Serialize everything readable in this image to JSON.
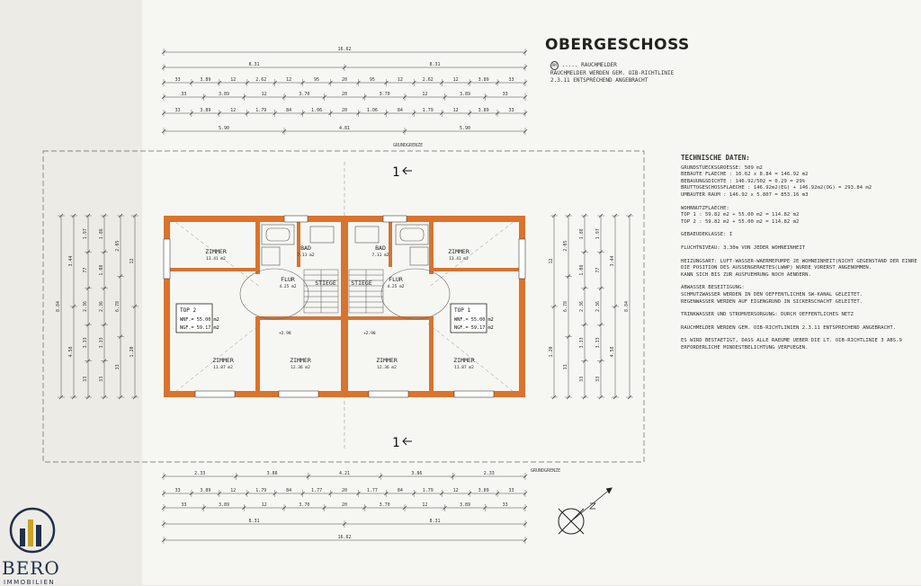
{
  "title": "OBERGESCHOSS",
  "legend": {
    "symbol": "RM",
    "line1": "..... RAUCHMELDER",
    "line2": "RAUCHMELDER WERDEN GEM. OIB-RICHTLINIE",
    "line3": "2.3.11 ENTSPRECHEND ANGEBRACHT"
  },
  "tech": {
    "heading": "TECHNISCHE DATEN:",
    "grundstueck": "GRUNDSTUECKSGROESSE: 509 m2",
    "bebaute": "BEBAUTE FLAECHE : 16.62 x 8.84 = 146.92 m2",
    "bebauungsdichte": "BEBAUUNGSDICHTE : 146.92/502 = 0.29 = 29%",
    "brutto": "BRUTTOGESCHOSSFLAECHE : 146.92m2(EG) + 146.92m2(OG) = 293.84 m2",
    "umbauter": "UMBAUTER RAUM : 146.92 x 5.807 = 853.16 m3",
    "wnf_head": "WOHNNUTZFLAECHE:",
    "top1": "TOP 1 : 59.82 m2 + 55.00 m2 = 114.82 m2",
    "top2": "TOP 2 : 59.82 m2 + 55.00 m2 = 114.82 m2",
    "klasse": "GEBAEUDEKLASSE: I",
    "flucht": "FLUCHTNIVEAU: 3.30m VON JEDER WOHNEINHEIT",
    "heiz1": "HEIZUNGSART: LUFT-WASSER-WAERMEPUMPE JE WOHNEINHEIT(NICHT GEGENSTAND DER EINRE",
    "heiz2": "DIE POSITION DES AUSSENGERAETES(LWWP) WURDE VORERST ANGENOMMEN.",
    "heiz3": "KANN SICH BIS ZUR AUSFUEHRUNG NOCH AENDERN.",
    "abw1": "ABWASSER BESEITIGUNG:",
    "abw2": "SCHMUTZWASSER WERDEN IN DEN OEFFENTLICHEN SW-KANAL GELEITET.",
    "abw3": "REGENWASSER WERDEN AUF EIGENGRUND IN SICKERSCHACHT GELEITET.",
    "trink": "TRINKWASSER UND STROMVERSORGUNG: DURCH OEFFENTLICHES NETZ",
    "rauch": "RAUCHMELDER WERDEN GEM. OIB-RICHTLINIEN 2.3.11 ENTSPRECHEND ANGEBRACHT.",
    "licht1": "ES WIRD BESTAETIGT, DASS ALLE RAEUME UEBER DIE LT. OIB-RICHTLINIE 3 ABS.9",
    "licht2": "ERFORDERLICHE MINDESTBELICHTUNG VERFUEGEN."
  },
  "grenze": "GRUNDGRENZE",
  "section_mark": "1",
  "dims_top": {
    "total": "16.62",
    "halves": [
      "8.31",
      "8.31"
    ],
    "row1": [
      "33",
      "3.89",
      "12",
      "2.62",
      "12",
      "95",
      "20",
      "95",
      "12",
      "2.62",
      "12",
      "3.89",
      "33"
    ],
    "row2": [
      "33",
      "3.89",
      "12",
      "3.70",
      "20",
      "3.70",
      "12",
      "3.89",
      "33"
    ],
    "row3": [
      "33",
      "3.89",
      "12",
      "1.79",
      "84",
      "1.06",
      "20",
      "1.06",
      "84",
      "1.79",
      "12",
      "3.89",
      "33"
    ],
    "row4": [
      "5.90",
      "4.81",
      "5.90"
    ]
  },
  "dims_bottom": {
    "row0": [
      "2.33",
      "3.86",
      "4.21",
      "3.86",
      "2.33"
    ],
    "row1": [
      "33",
      "3.89",
      "12",
      "1.79",
      "84",
      "1.77",
      "20",
      "1.77",
      "84",
      "1.79",
      "12",
      "3.89",
      "33"
    ],
    "row2": [
      "33",
      "3.89",
      "12",
      "3.70",
      "20",
      "3.70",
      "12",
      "3.89",
      "33"
    ],
    "halves": [
      "8.31",
      "8.31"
    ],
    "total": "16.62"
  },
  "dims_side": {
    "total": "8.84",
    "values": [
      "3.44",
      "4.58",
      "2.36",
      "3.33",
      "1.97",
      "1.86",
      "2.05",
      "6.78",
      "33",
      "12",
      "77",
      "1.20",
      "1.08"
    ]
  },
  "rooms": {
    "zimmer": "ZIMMER",
    "area_top": "13.41 m2",
    "area_bottom_outer": "11.87 m2",
    "area_bottom_inner": "12.36 m2",
    "bad": "BAD",
    "bad_area": "7.11 m2",
    "flur": "FLUR",
    "flur_area": "4.25 m2",
    "stiege": "STIEGE",
    "level": "+2.98"
  },
  "tops": {
    "left": {
      "name": "TOP 2",
      "wnf": "WNF.= 55.00 m2",
      "ngf": "NGF.= 59.17 m2"
    },
    "right": {
      "name": "TOP 1",
      "wnf": "WNF.= 55.00 m2",
      "ngf": "NGF.= 59.17 m2"
    }
  },
  "logo": {
    "brand": "BERO",
    "sub": "IMMOBILIEN"
  },
  "colors": {
    "wall": "#d9732e",
    "line": "#444444",
    "paper": "#f6f6f3"
  }
}
